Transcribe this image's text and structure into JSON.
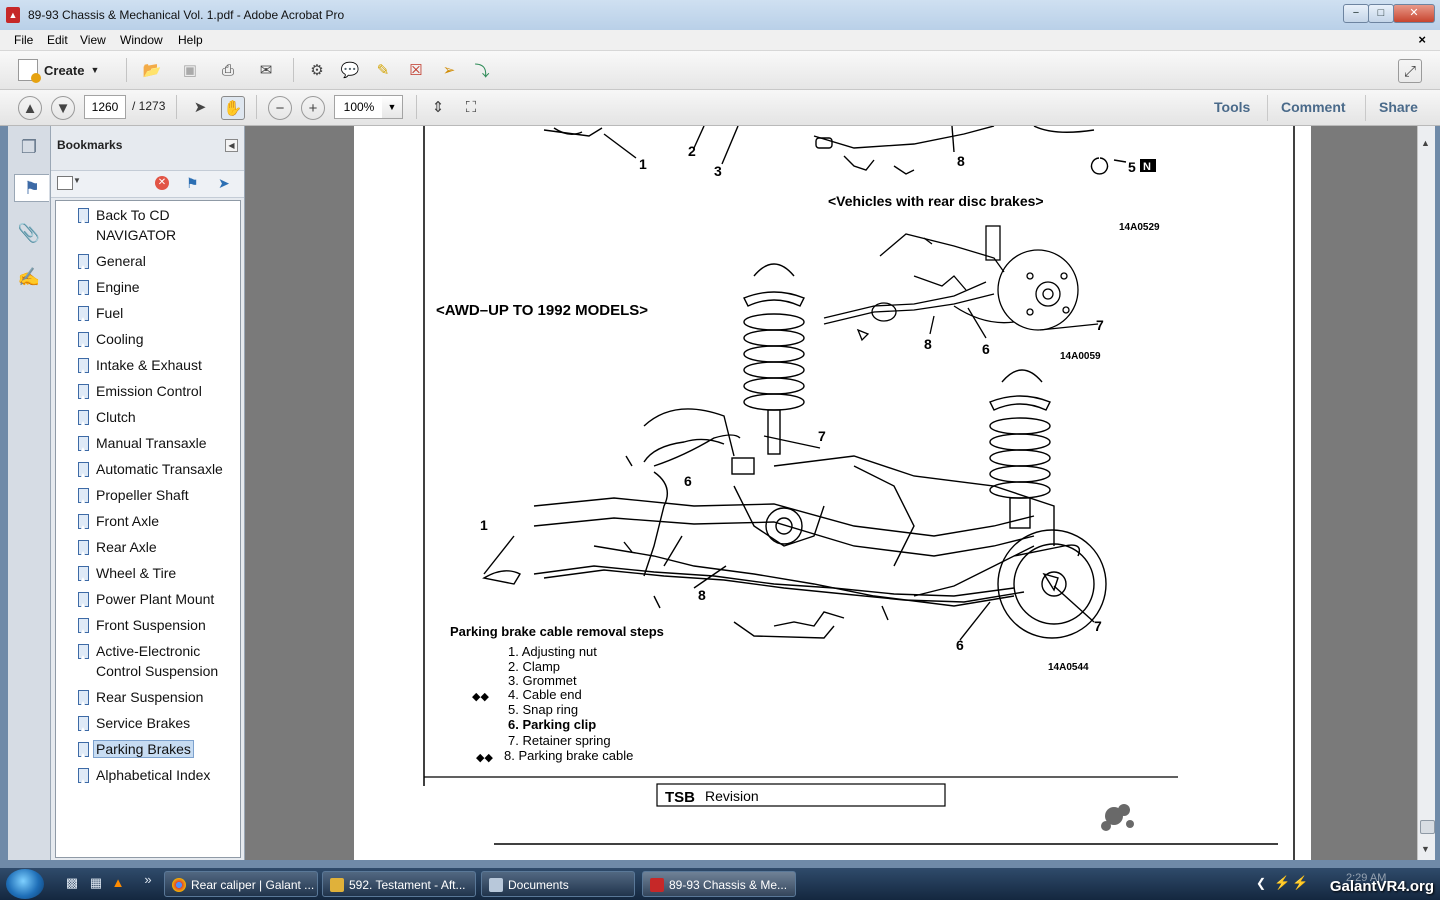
{
  "window": {
    "title": "89-93 Chassis & Mechanical Vol. 1.pdf - Adobe Acrobat Pro",
    "minimize_label": "−",
    "maximize_label": "□",
    "close_label": "✕"
  },
  "menu": {
    "items": [
      "File",
      "Edit",
      "View",
      "Window",
      "Help"
    ],
    "close_doc": "×"
  },
  "toolbar": {
    "create_label": "Create",
    "current_page": "1260",
    "page_separator": "/ 1273",
    "zoom_value": "100%",
    "right_tabs": [
      "Tools",
      "Comment",
      "Share"
    ]
  },
  "bookmarks": {
    "header": "Bookmarks",
    "items": [
      "Back To CD NAVIGATOR",
      "General",
      "Engine",
      "Fuel",
      "Cooling",
      "Intake & Exhaust",
      "Emission Control",
      "Clutch",
      "Manual Transaxle",
      "Automatic Transaxle",
      "Propeller Shaft",
      "Front Axle",
      "Rear Axle",
      "Wheel & Tire",
      "Power Plant Mount",
      "Front Suspension",
      "Active-Electronic Control Suspension",
      "Rear Suspension",
      "Service Brakes",
      "Parking Brakes",
      "Alphabetical Index"
    ],
    "selected_index": 19
  },
  "document": {
    "top_labels": [
      "1",
      "2",
      "3",
      "8",
      "5"
    ],
    "n_badge": "N",
    "disc_caption": "<Vehicles with rear disc brakes>",
    "code_top": "14A0529",
    "awd_caption": "<AWD–UP TO 1992 MODELS>",
    "inset_labels": [
      "8",
      "6",
      "7"
    ],
    "code_inset": "14A0059",
    "main_labels": [
      "7",
      "6",
      "1",
      "8",
      "7",
      "6"
    ],
    "code_main": "14A0544",
    "steps_title": "Parking brake cable removal steps",
    "steps": [
      "1.  Adjusting  nut",
      "2.  Clamp",
      "3.  Grommet",
      "4.  Cable end",
      "5.  Snap  ring",
      "6.  Parking clip",
      "7.  Retainer spring",
      "8.  Parking brake cable"
    ],
    "step_marker": "◆◆",
    "tsb_label": "TSB",
    "revision_label": "Revision"
  },
  "taskbar": {
    "tasks": [
      "Rear caliper | Galant ...",
      "592. Testament - Aft...",
      "Documents",
      "89-93 Chassis & Me..."
    ],
    "more_label": "»",
    "clock": "2:29 AM",
    "watermark": "GalantVR4.org"
  },
  "colors": {
    "selection": "#c7dcf2",
    "accent_blue": "#4a6a8a",
    "pdf_red": "#c62828"
  }
}
